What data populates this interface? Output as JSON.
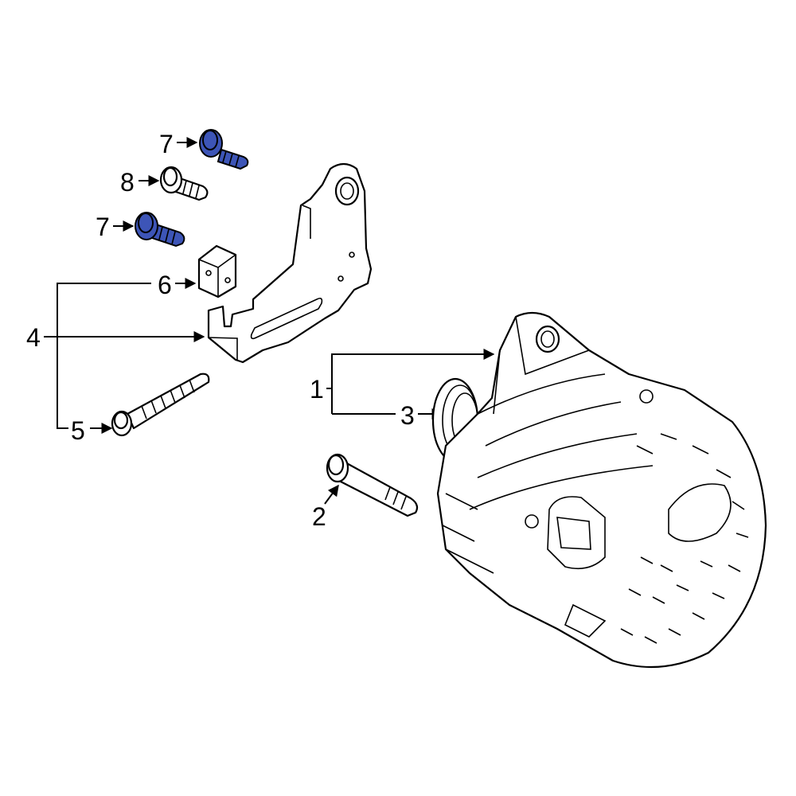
{
  "diagram": {
    "highlight_color": "#3d55b7",
    "line_color": "#000000",
    "background_color": "#ffffff",
    "callouts": {
      "c1": "1",
      "c2": "2",
      "c3": "3",
      "c4": "4",
      "c5": "5",
      "c6": "6",
      "c7_top": "7",
      "c7_mid": "7",
      "c8": "8"
    },
    "parts": [
      {
        "id": "alternator",
        "callout": "1"
      },
      {
        "id": "mounting-bolt",
        "callout": "2"
      },
      {
        "id": "pulley",
        "callout": "3"
      },
      {
        "id": "bracket",
        "callout": "4"
      },
      {
        "id": "long-bolt",
        "callout": "5"
      },
      {
        "id": "spacer",
        "callout": "6"
      },
      {
        "id": "flange-bolt",
        "callout": "7",
        "highlighted": true
      },
      {
        "id": "bolt",
        "callout": "8"
      }
    ]
  }
}
